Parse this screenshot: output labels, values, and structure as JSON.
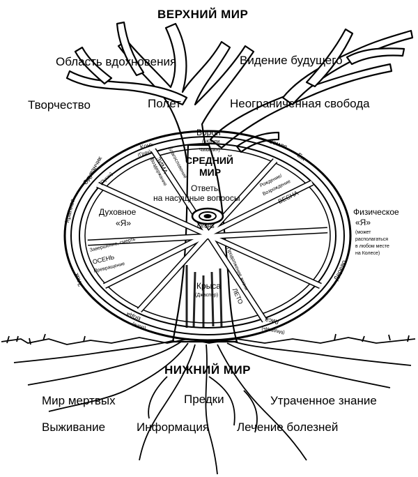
{
  "upper_world": {
    "title": "ВЕРХНИЙ МИР",
    "items": [
      "Область вдохновения",
      "Видение будущего",
      "Творчество",
      "Полет",
      "Неограниченная свобода"
    ]
  },
  "middle_world": {
    "title_line1": "СРЕДНИЙ",
    "title_line2": "МИР",
    "raven": "Ворон",
    "raven_note_line1": "(«Каули",
    "raven_note_line2": "Чикили»)",
    "answers_line1": "Ответы",
    "answers_line2": "на насущные вопросы",
    "spiritual_line1": "Духовное",
    "spiritual_line2": "«Я»",
    "fire": "Огонь",
    "rat": "Крыса",
    "rat_note": "(Джаспер)",
    "physical_line1": "Физическое",
    "physical_line2": "«Я»",
    "physical_note_line1": "(может",
    "physical_note_line2": "располагаться",
    "physical_note_line3": "в любом месте",
    "physical_note_line4": "на Колесе)"
  },
  "wheel": {
    "horse": "Конь",
    "crane": "(Грач)",
    "dandelion": "Одуванчик",
    "nettle": "Крапива",
    "owl": "(Пугач)",
    "winter": "ЗИМА",
    "nourishment": "Воздержание",
    "blessing": "Благословение",
    "earth": "Земля",
    "hedgehog": "Еж",
    "birth": "Рождение/",
    "rebirth": "Возрождение",
    "spring": "ВЕСНА",
    "completion": "Завершение, смерть",
    "autumn": "ОСЕНЬ",
    "transformation": "Превращение",
    "continuation": "Продолжение жизни",
    "summer": "ЛЕТО",
    "water": "Вода",
    "fox": "Лиса",
    "wolf_left": "(Волк)",
    "wolf_right": "(Медведь)",
    "grass_left": "Злак",
    "grass_right": "Дерево"
  },
  "lower_world": {
    "title": "НИЖНИЙ МИР",
    "items": [
      "Мир мертвых",
      "Предки",
      "Утраченное знание",
      "Выживание",
      "Информация",
      "Лечение болезней"
    ]
  }
}
